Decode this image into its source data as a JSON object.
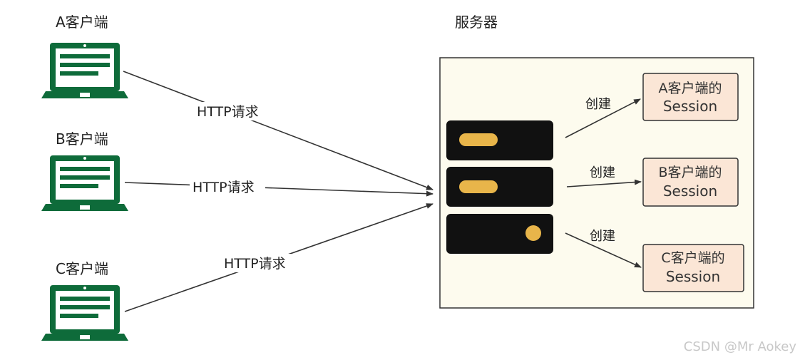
{
  "diagram": {
    "clients": [
      {
        "label": "A客户端",
        "icon": "laptop-icon"
      },
      {
        "label": "B客户端",
        "icon": "laptop-icon"
      },
      {
        "label": "C客户端",
        "icon": "laptop-icon"
      }
    ],
    "server": {
      "label": "服务器",
      "icon": "server-rack-icon"
    },
    "requests": [
      {
        "label": "HTTP请求"
      },
      {
        "label": "HTTP请求"
      },
      {
        "label": "HTTP请求"
      }
    ],
    "creates": [
      {
        "label": "创建"
      },
      {
        "label": "创建"
      },
      {
        "label": "创建"
      }
    ],
    "sessions": [
      {
        "line1": "A客户端的",
        "line2": "Session"
      },
      {
        "line1": "B客户端的",
        "line2": "Session"
      },
      {
        "line1": "C客户端的",
        "line2": "Session"
      }
    ],
    "watermark": "CSDN @Mr  Aokey",
    "colors": {
      "laptop": "#0e6b3a",
      "server_body": "#111111",
      "server_light": "#e8b54a",
      "server_area_fill": "#fdfbee",
      "session_fill": "#fbe6d6",
      "arrow": "#333333"
    }
  }
}
